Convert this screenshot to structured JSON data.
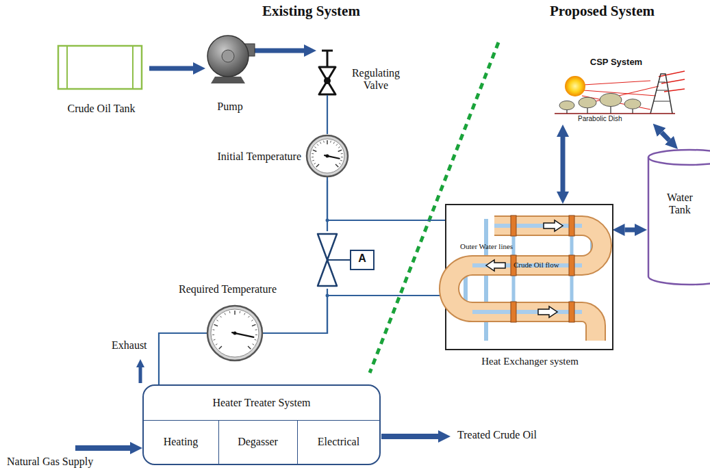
{
  "diagram": {
    "nodes": [
      {
        "text": [
          "Crude Oil Tank"
        ]
      },
      {
        "text": [
          "Pump"
        ]
      },
      {
        "text": [
          "Regulating Valve"
        ]
      },
      {
        "text": [
          "Initial Temperature"
        ]
      },
      {
        "text": [
          "A"
        ]
      },
      {
        "text": [
          "Required Temperature"
        ]
      },
      {
        "text": [
          "Heater Treater System"
        ]
      },
      {
        "text": [
          "Heating"
        ],
        "in": 6
      },
      {
        "text": [
          "Degasser"
        ],
        "in": 6
      },
      {
        "text": [
          "Electrical"
        ],
        "in": 6
      },
      {
        "text": [
          "Outer Water lines",
          "Crude Oil flow",
          "Heat Exchanger system"
        ]
      },
      {
        "text": [
          "CSP System",
          "Parabolic Dish"
        ]
      },
      {
        "text": [
          "Water Tank"
        ]
      }
    ],
    "edges": [
      {
        "from": 0,
        "to": 1,
        "arrow": "to"
      },
      {
        "from": 1,
        "to": 2,
        "arrow": "to"
      },
      {
        "from": 2,
        "to": 3,
        "arrow": "none"
      },
      {
        "from": 3,
        "to": 4,
        "arrow": "none"
      },
      {
        "from": 4,
        "to": 5,
        "arrow": "none"
      },
      {
        "from": 5,
        "to": 6,
        "arrow": "none"
      },
      {
        "from": 3,
        "to": 10,
        "arrow": "none"
      },
      {
        "from": 10,
        "to": 5,
        "arrow": "none"
      },
      {
        "from": 11,
        "to": 10,
        "arrow": "both"
      },
      {
        "from": 11,
        "to": 12,
        "arrow": "both"
      },
      {
        "from": 10,
        "to": 12,
        "arrow": "both"
      }
    ],
    "labels": [
      "Existing System",
      "Proposed System",
      "Exhaust",
      "Natural Gas Supply",
      "Treated Crude Oil"
    ]
  }
}
